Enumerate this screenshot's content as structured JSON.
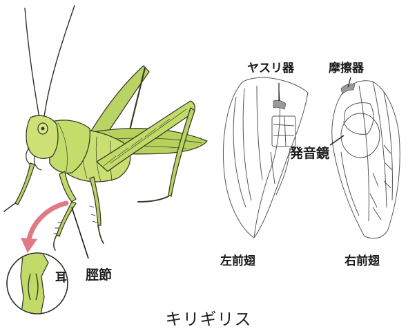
{
  "labels": {
    "file_organ": "ヤスリ器",
    "scraper": "摩擦器",
    "sound_mirror": "発音鏡",
    "left_forewing": "左前翅",
    "right_forewing": "右前翅",
    "tibia": "脛節",
    "ear": "耳"
  },
  "caption": "キリギリス",
  "colors": {
    "body": "#c9df72",
    "body_shade": "#a8c64a",
    "wing": "#b7d25c",
    "outline": "#3a3a2a",
    "arrow": "#e07a86",
    "wing_line": "#555555"
  }
}
